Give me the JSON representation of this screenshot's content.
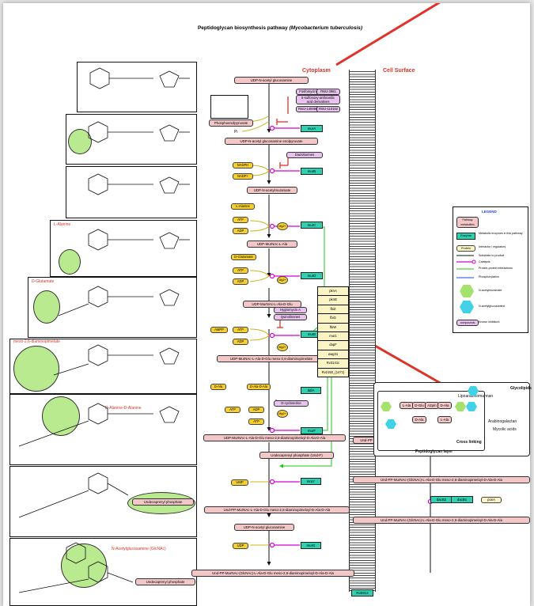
{
  "title": "Peptidoglycan biosynthesis pathway",
  "title_organism": "(Mycobacterium tuberculosis)",
  "headers": {
    "cytoplasm": "Cytoplasm",
    "cell_surface": "Cell Surface"
  },
  "metabolites": {
    "udp_glcnac": "UDP-N-acetyl glucosamine",
    "pep": "Phosphoenolpyruvate",
    "udp_enolpyruvate": "UDP-N-acetyl glucosamine enolpyruvate",
    "udp_murnac": "UDP-N-acetylmuramate",
    "udp_murnac_ala": "UDP-MurNAc-L-Ala",
    "udp_murnac_ala_glu": "UDP-MurNAc-L-Ala-D-Glu",
    "udp_meso": "UDP-MurNAc-L-Ala-D-Glu meso-2,6-diaminopimelate",
    "udp_pentapeptide": "UDP-MurNAc-L-Ala-D-Glu meso-2,6-diaminopimeloyl-D-Ala-D-Ala",
    "und_p": "Undecaprenyl phosphate (Und-P)",
    "ump": "UMP",
    "und_pp_murnac": "Und-PP-MurNAc-L-Ala-D-Glu meso-2,6-diaminopimeloyl-D-Ala-D-Ala",
    "udp_glcnac_2": "UDP-N-acetyl glucosamine",
    "udp": "UDP",
    "lipid2": "Und-PP-MurNAc-(GlcNAc)-L-Ala-D-Glu meso-2,6-diaminopimeloyl-D-Ala-D-Ala",
    "und_pp": "Und-PP",
    "surf1": "Und-PP-MurNAc-(GlcNAc)-L-Ala-D-Glu meso-2,6-diaminopimeloyl-D-Ala-D-Ala",
    "surf2": "Und-PP-MurNAc-(GlcNAc)-L-Ala-D-Glu meso-2,6-diaminopimeloyl-D-Ala-D-Ala",
    "d_ala": "D-Ala",
    "d_ala_d_ala": "D-Ala-D-Ala"
  },
  "enzymes": {
    "murA": "murA",
    "murB": "murB",
    "murC": "murC",
    "murD": "murD",
    "murE": "murE",
    "ddlA": "ddlA",
    "murF": "murF",
    "mraY": "mraY",
    "murG": "murG",
    "rv0913": "Rv0913",
    "dacB2": "dacB2",
    "dacB1": "dacB1",
    "ponA": "ponA"
  },
  "cofactors": {
    "pi": "Pi",
    "nadph": "NADPH",
    "nadp": "NADP+",
    "l_ala": "L-Alanine",
    "atp": "ATP",
    "adp": "ADP",
    "d_glu": "D-Glutamate",
    "mg": "Mg2+",
    "ampp": "AMPP"
  },
  "inhibitors": {
    "fosfo": "Fosfomycin",
    "rwj1": "RWJ-3981",
    "fluoro": "5-sulfonoxy-anthranilic acid derivatives",
    "rwj2": "RWJ-140998",
    "rwj3": "RWJ-110192",
    "diazo": "Diazoborines",
    "hyg": "Hygromycin A",
    "quin": "Quinolinones",
    "dcs": "D-cycloserine"
  },
  "protein_list": [
    "pknA",
    "pknB",
    "fbiZ",
    "fbiG",
    "fbiW",
    "mur1",
    "dapF",
    "wag31",
    "Rv3141c",
    "Rv2150_(1471)"
  ],
  "structure_labels": {
    "lala": "L-Alanine",
    "dglu": "D-Glutamate",
    "meso": "meso-2,6-diaminopimelate",
    "dala": "D-Alanine-D-Alanine",
    "undp": "Undecaprenyl phosphate",
    "glcnac": "N-Acetylglucosamine (GlcNAc)",
    "undp2": "Undecaprenyl phosphate"
  },
  "peptidoglycan": {
    "glycolipids": "Glycolipids",
    "lam": "Lipoarabinomannan",
    "arabinogalactan": "Arabinogalactan",
    "mycolic": "Mycolic acids",
    "cross": "Cross linking",
    "layer": "Peptidoglycan layer",
    "chain": [
      "L-Ala",
      "D-Glu",
      "A2pm",
      "D-Ala",
      "D-Ala",
      "L-Ala"
    ]
  },
  "legend": {
    "title": "LEGEND",
    "pathway_metabolites": "Pathway metabolites",
    "enzyme": "Enzyme",
    "enzyme_desc": "Metabolic enzymes in this pathway",
    "protein": "Protein",
    "protein_desc": "Interactor / regulators",
    "substrate": "Substrate to product",
    "catalysis": "Catalysis",
    "ppi": "Protein-protein interactions",
    "phospho": "Phosphorylation",
    "nam": "N-acetylmuramate",
    "nag": "N-acetylglucosamine",
    "inhibitor": "Known inhibitors",
    "inhibitor_box": "compounds",
    "colors": {
      "metabolite": "#f3c7c7",
      "enzyme": "#2fd0b0",
      "protein": "#fbf5c5",
      "substrate": "#111111",
      "catalysis": "#d400d4",
      "ppi": "#1fc21f",
      "phospho": "#1f3ff0",
      "nam": "#a4e26b",
      "nag": "#41d2e6",
      "inhibitor": "#e9c2ef"
    }
  }
}
